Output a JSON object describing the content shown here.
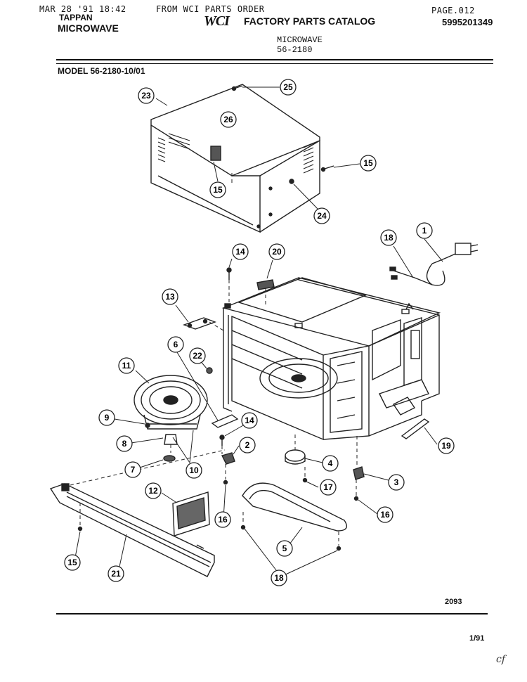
{
  "fax_header": {
    "date": "MAR 28 '91 18:42",
    "from": "FROM WCI PARTS ORDER",
    "page": "PAGE.012"
  },
  "header": {
    "brand": "TAPPAN",
    "product": "MICROWAVE",
    "logo_text": "WCI",
    "catalog_title": "FACTORY PARTS CATALOG",
    "catalog_number": "5995201349",
    "sub_product": "MICROWAVE",
    "sub_model": "56-2180"
  },
  "model_label": "MODEL 56-2180-10/01",
  "diagram_code": "2093",
  "footer_date": "1/91",
  "handwritten_mark": "cf",
  "callouts": [
    "25",
    "23",
    "26",
    "15",
    "15",
    "24",
    "1",
    "18",
    "14",
    "20",
    "13",
    "6",
    "22",
    "11",
    "9",
    "14",
    "2",
    "8",
    "7",
    "10",
    "4",
    "3",
    "12",
    "17",
    "16",
    "16",
    "19",
    "5",
    "15",
    "21",
    "18"
  ]
}
